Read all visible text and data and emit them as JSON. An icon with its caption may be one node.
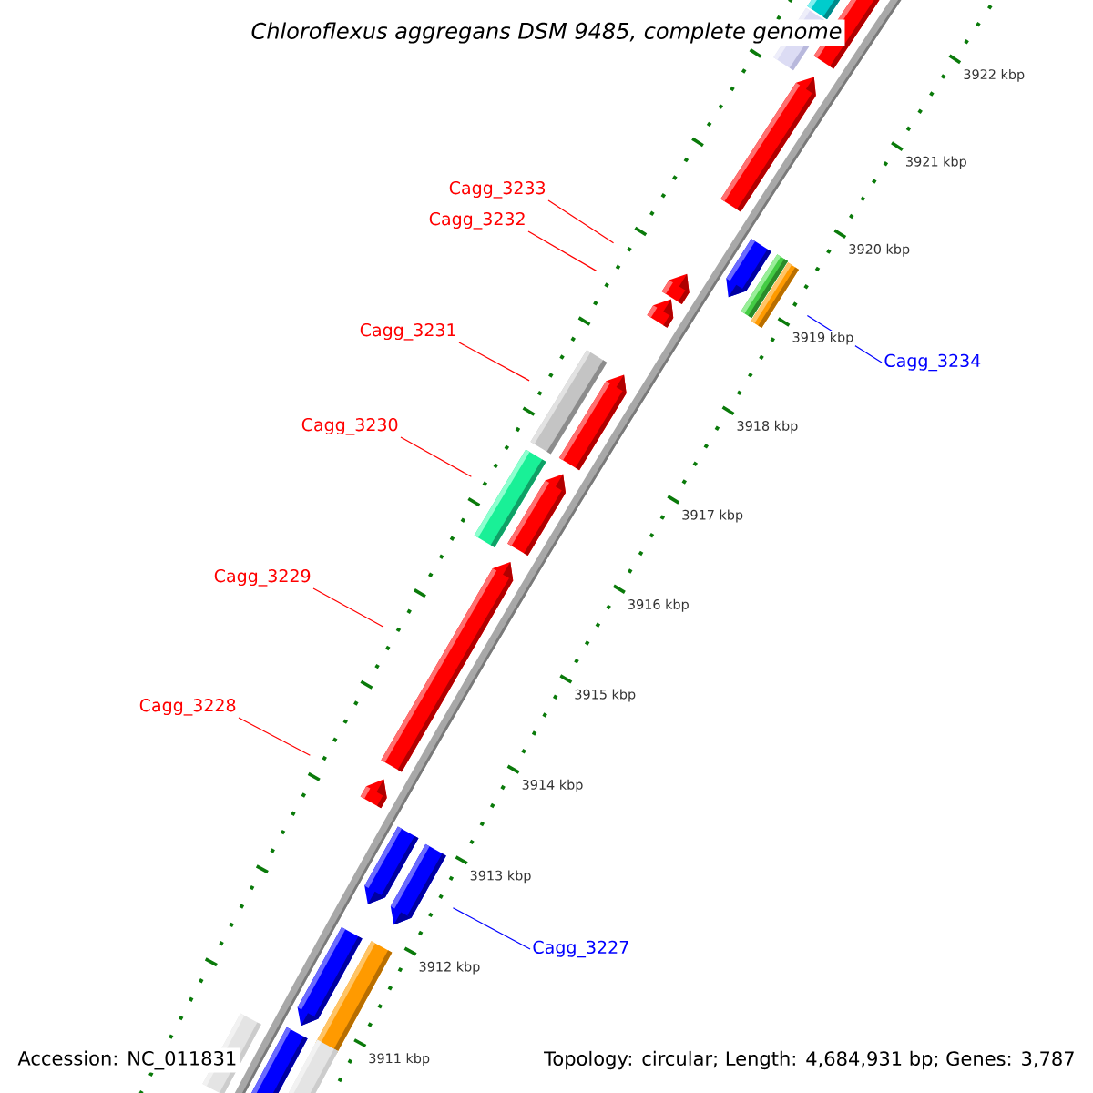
{
  "diagram": {
    "title": "Chloroflexus aggregans DSM 9485, complete genome",
    "nodes": [
      {
        "text": [
          "Cagg_3233"
        ]
      },
      {
        "text": [
          "Cagg_3232"
        ]
      },
      {
        "text": [
          "Cagg_3231"
        ]
      },
      {
        "text": [
          "Cagg_3234"
        ]
      },
      {
        "text": [
          "Cagg_3230"
        ]
      },
      {
        "text": [
          "Cagg_3229"
        ]
      },
      {
        "text": [
          "Cagg_3228"
        ]
      },
      {
        "text": [
          "Cagg_3227"
        ]
      },
      {
        "text": [],
        "shape": "pentagon"
      },
      {
        "text": [],
        "shape": "bar"
      },
      {
        "text": [],
        "shape": "pentagon"
      },
      {
        "text": [],
        "shape": "bar"
      },
      {
        "text": [],
        "shape": "bar"
      },
      {
        "text": [],
        "shape": "pentagon"
      },
      {
        "text": [],
        "shape": "pentagon"
      },
      {
        "text": [],
        "shape": "pentagon"
      }
    ],
    "edges": [
      {
        "from": 0,
        "to": 8,
        "arrow": "none"
      },
      {
        "from": 1,
        "to": 10,
        "arrow": "none"
      },
      {
        "from": 2,
        "to": 11,
        "arrow": "none"
      },
      {
        "from": 3,
        "to": 9,
        "arrow": "none",
        "color": "#0000ff"
      },
      {
        "from": 4,
        "to": 12,
        "arrow": "none"
      },
      {
        "from": 5,
        "to": 13,
        "arrow": "none"
      },
      {
        "from": 6,
        "to": 14,
        "arrow": "none"
      },
      {
        "from": 7,
        "to": 15,
        "arrow": "none",
        "color": "#0000ff"
      }
    ],
    "labels": [
      "3922 kbp",
      "3921 kbp",
      "3920 kbp",
      "3919 kbp",
      "3918 kbp",
      "3917 kbp",
      "3916 kbp",
      "3915 kbp",
      "3914 kbp",
      "3913 kbp",
      "3912 kbp",
      "3911 kbp",
      "Accession: NC_011831",
      "Topology: circular; Length: 4,684,931 bp; Genes: 3,787"
    ]
  }
}
